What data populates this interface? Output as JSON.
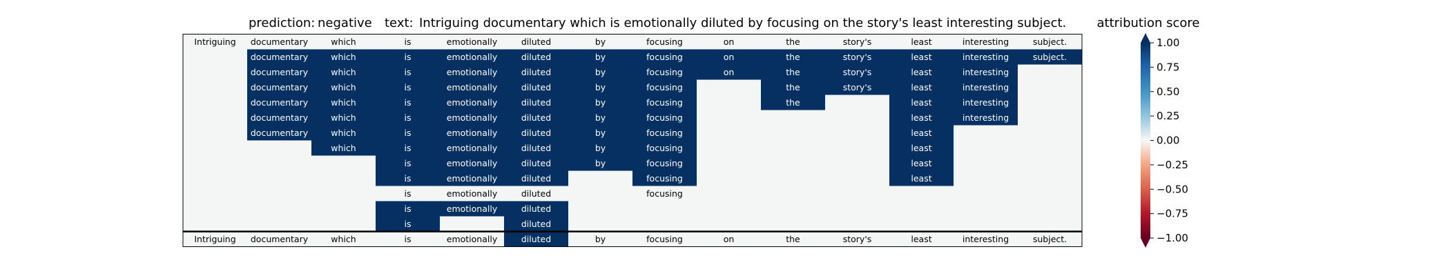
{
  "header": {
    "prediction_label": "prediction:",
    "prediction_value": "negative",
    "text_label": "text:",
    "text_value": "Intriguing documentary which is emotionally diluted by focusing on the story's least interesting subject."
  },
  "chart_data": {
    "type": "heatmap",
    "title": "",
    "tokens": [
      "Intriguing",
      "documentary",
      "which",
      "is",
      "emotionally",
      "diluted",
      "by",
      "focusing",
      "on",
      "the",
      "story's",
      "least",
      "interesting",
      "subject."
    ],
    "rows": [
      [
        0.02,
        0.03,
        0.02,
        0.02,
        0.03,
        0.05,
        0.02,
        0.05,
        0.03,
        0.02,
        0.04,
        0.05,
        0.03,
        0.05
      ],
      [
        0.01,
        1.0,
        1.0,
        1.0,
        1.0,
        1.0,
        1.0,
        1.0,
        1.0,
        1.0,
        1.0,
        1.0,
        1.0,
        1.0
      ],
      [
        0.01,
        1.0,
        1.0,
        1.0,
        1.0,
        1.0,
        1.0,
        1.0,
        1.0,
        1.0,
        1.0,
        1.0,
        1.0,
        0.02
      ],
      [
        0.01,
        1.0,
        1.0,
        1.0,
        1.0,
        1.0,
        1.0,
        1.0,
        0.02,
        1.0,
        1.0,
        1.0,
        1.0,
        0.02
      ],
      [
        0.01,
        1.0,
        1.0,
        1.0,
        1.0,
        1.0,
        1.0,
        1.0,
        0.02,
        1.0,
        0.02,
        1.0,
        1.0,
        0.02
      ],
      [
        0.01,
        1.0,
        1.0,
        1.0,
        1.0,
        1.0,
        1.0,
        1.0,
        0.02,
        0.02,
        0.02,
        1.0,
        1.0,
        0.02
      ],
      [
        0.01,
        1.0,
        1.0,
        1.0,
        1.0,
        1.0,
        1.0,
        1.0,
        0.02,
        0.02,
        0.02,
        1.0,
        0.02,
        0.02
      ],
      [
        0.01,
        0.02,
        1.0,
        1.0,
        1.0,
        1.0,
        1.0,
        1.0,
        0.02,
        0.02,
        0.02,
        1.0,
        0.02,
        0.02
      ],
      [
        0.01,
        0.02,
        0.02,
        1.0,
        1.0,
        1.0,
        1.0,
        1.0,
        0.02,
        0.02,
        0.02,
        1.0,
        0.02,
        0.02
      ],
      [
        0.01,
        0.02,
        0.02,
        1.0,
        1.0,
        1.0,
        0.02,
        1.0,
        0.02,
        0.02,
        0.02,
        1.0,
        0.02,
        0.02
      ],
      [
        0.01,
        0.02,
        0.02,
        0.05,
        0.05,
        0.05,
        0.02,
        0.08,
        0.02,
        0.02,
        0.02,
        0.02,
        0.02,
        0.02
      ],
      [
        0.01,
        0.02,
        0.02,
        1.0,
        1.0,
        1.0,
        0.02,
        0.02,
        0.02,
        0.02,
        0.02,
        0.02,
        0.02,
        0.02
      ],
      [
        0.01,
        0.02,
        0.02,
        1.0,
        0.02,
        1.0,
        0.02,
        0.02,
        0.02,
        0.02,
        0.02,
        0.02,
        0.02,
        0.02
      ]
    ],
    "row_labels_shown": [
      [
        true,
        true,
        true,
        true,
        true,
        true,
        true,
        true,
        true,
        true,
        true,
        true,
        true,
        true
      ],
      [
        false,
        true,
        true,
        true,
        true,
        true,
        true,
        true,
        true,
        true,
        true,
        true,
        true,
        true
      ],
      [
        false,
        true,
        true,
        true,
        true,
        true,
        true,
        true,
        true,
        true,
        true,
        true,
        true,
        false
      ],
      [
        false,
        true,
        true,
        true,
        true,
        true,
        true,
        true,
        false,
        true,
        true,
        true,
        true,
        false
      ],
      [
        false,
        true,
        true,
        true,
        true,
        true,
        true,
        true,
        false,
        true,
        false,
        true,
        true,
        false
      ],
      [
        false,
        true,
        true,
        true,
        true,
        true,
        true,
        true,
        false,
        false,
        false,
        true,
        true,
        false
      ],
      [
        false,
        true,
        true,
        true,
        true,
        true,
        true,
        true,
        false,
        false,
        false,
        true,
        false,
        false
      ],
      [
        false,
        false,
        true,
        true,
        true,
        true,
        true,
        true,
        false,
        false,
        false,
        true,
        false,
        false
      ],
      [
        false,
        false,
        false,
        true,
        true,
        true,
        true,
        true,
        false,
        false,
        false,
        true,
        false,
        false
      ],
      [
        false,
        false,
        false,
        true,
        true,
        true,
        false,
        true,
        false,
        false,
        false,
        true,
        false,
        false
      ],
      [
        false,
        false,
        false,
        true,
        true,
        true,
        false,
        true,
        false,
        false,
        false,
        false,
        false,
        false
      ],
      [
        false,
        false,
        false,
        true,
        true,
        true,
        false,
        false,
        false,
        false,
        false,
        false,
        false,
        false
      ],
      [
        false,
        false,
        false,
        true,
        false,
        true,
        false,
        false,
        false,
        false,
        false,
        false,
        false,
        false
      ]
    ],
    "summary_row": [
      0.02,
      0.03,
      0.02,
      0.03,
      0.03,
      1.0,
      0.02,
      0.03,
      0.02,
      0.02,
      0.03,
      0.02,
      0.02,
      0.03
    ],
    "colorbar": {
      "label": "attribution score",
      "range": [
        -1.0,
        1.0
      ],
      "ticks": [
        "1.00",
        "0.75",
        "0.50",
        "0.25",
        "0.00",
        "−0.25",
        "−0.50",
        "−0.75",
        "−1.00"
      ],
      "colormap": "RdBu"
    },
    "colors": {
      "strong_positive": "#053061",
      "neutral": "#f4f5f5",
      "strong_negative": "#67001f",
      "frame": "#000000"
    }
  }
}
